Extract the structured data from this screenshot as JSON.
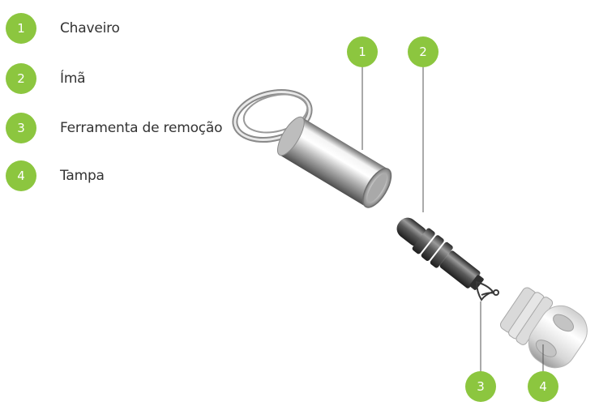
{
  "accent_color": "#8cc63f",
  "legend": [
    {
      "number": "1",
      "label": "Chaveiro"
    },
    {
      "number": "2",
      "label": "Ímã"
    },
    {
      "number": "3",
      "label": "Ferramenta de remoção"
    },
    {
      "number": "4",
      "label": "Tampa"
    }
  ],
  "callouts": [
    {
      "number": "1",
      "part": "Chaveiro"
    },
    {
      "number": "2",
      "part": "Ímã"
    },
    {
      "number": "3",
      "part": "Ferramenta de remoção"
    },
    {
      "number": "4",
      "part": "Tampa"
    }
  ]
}
